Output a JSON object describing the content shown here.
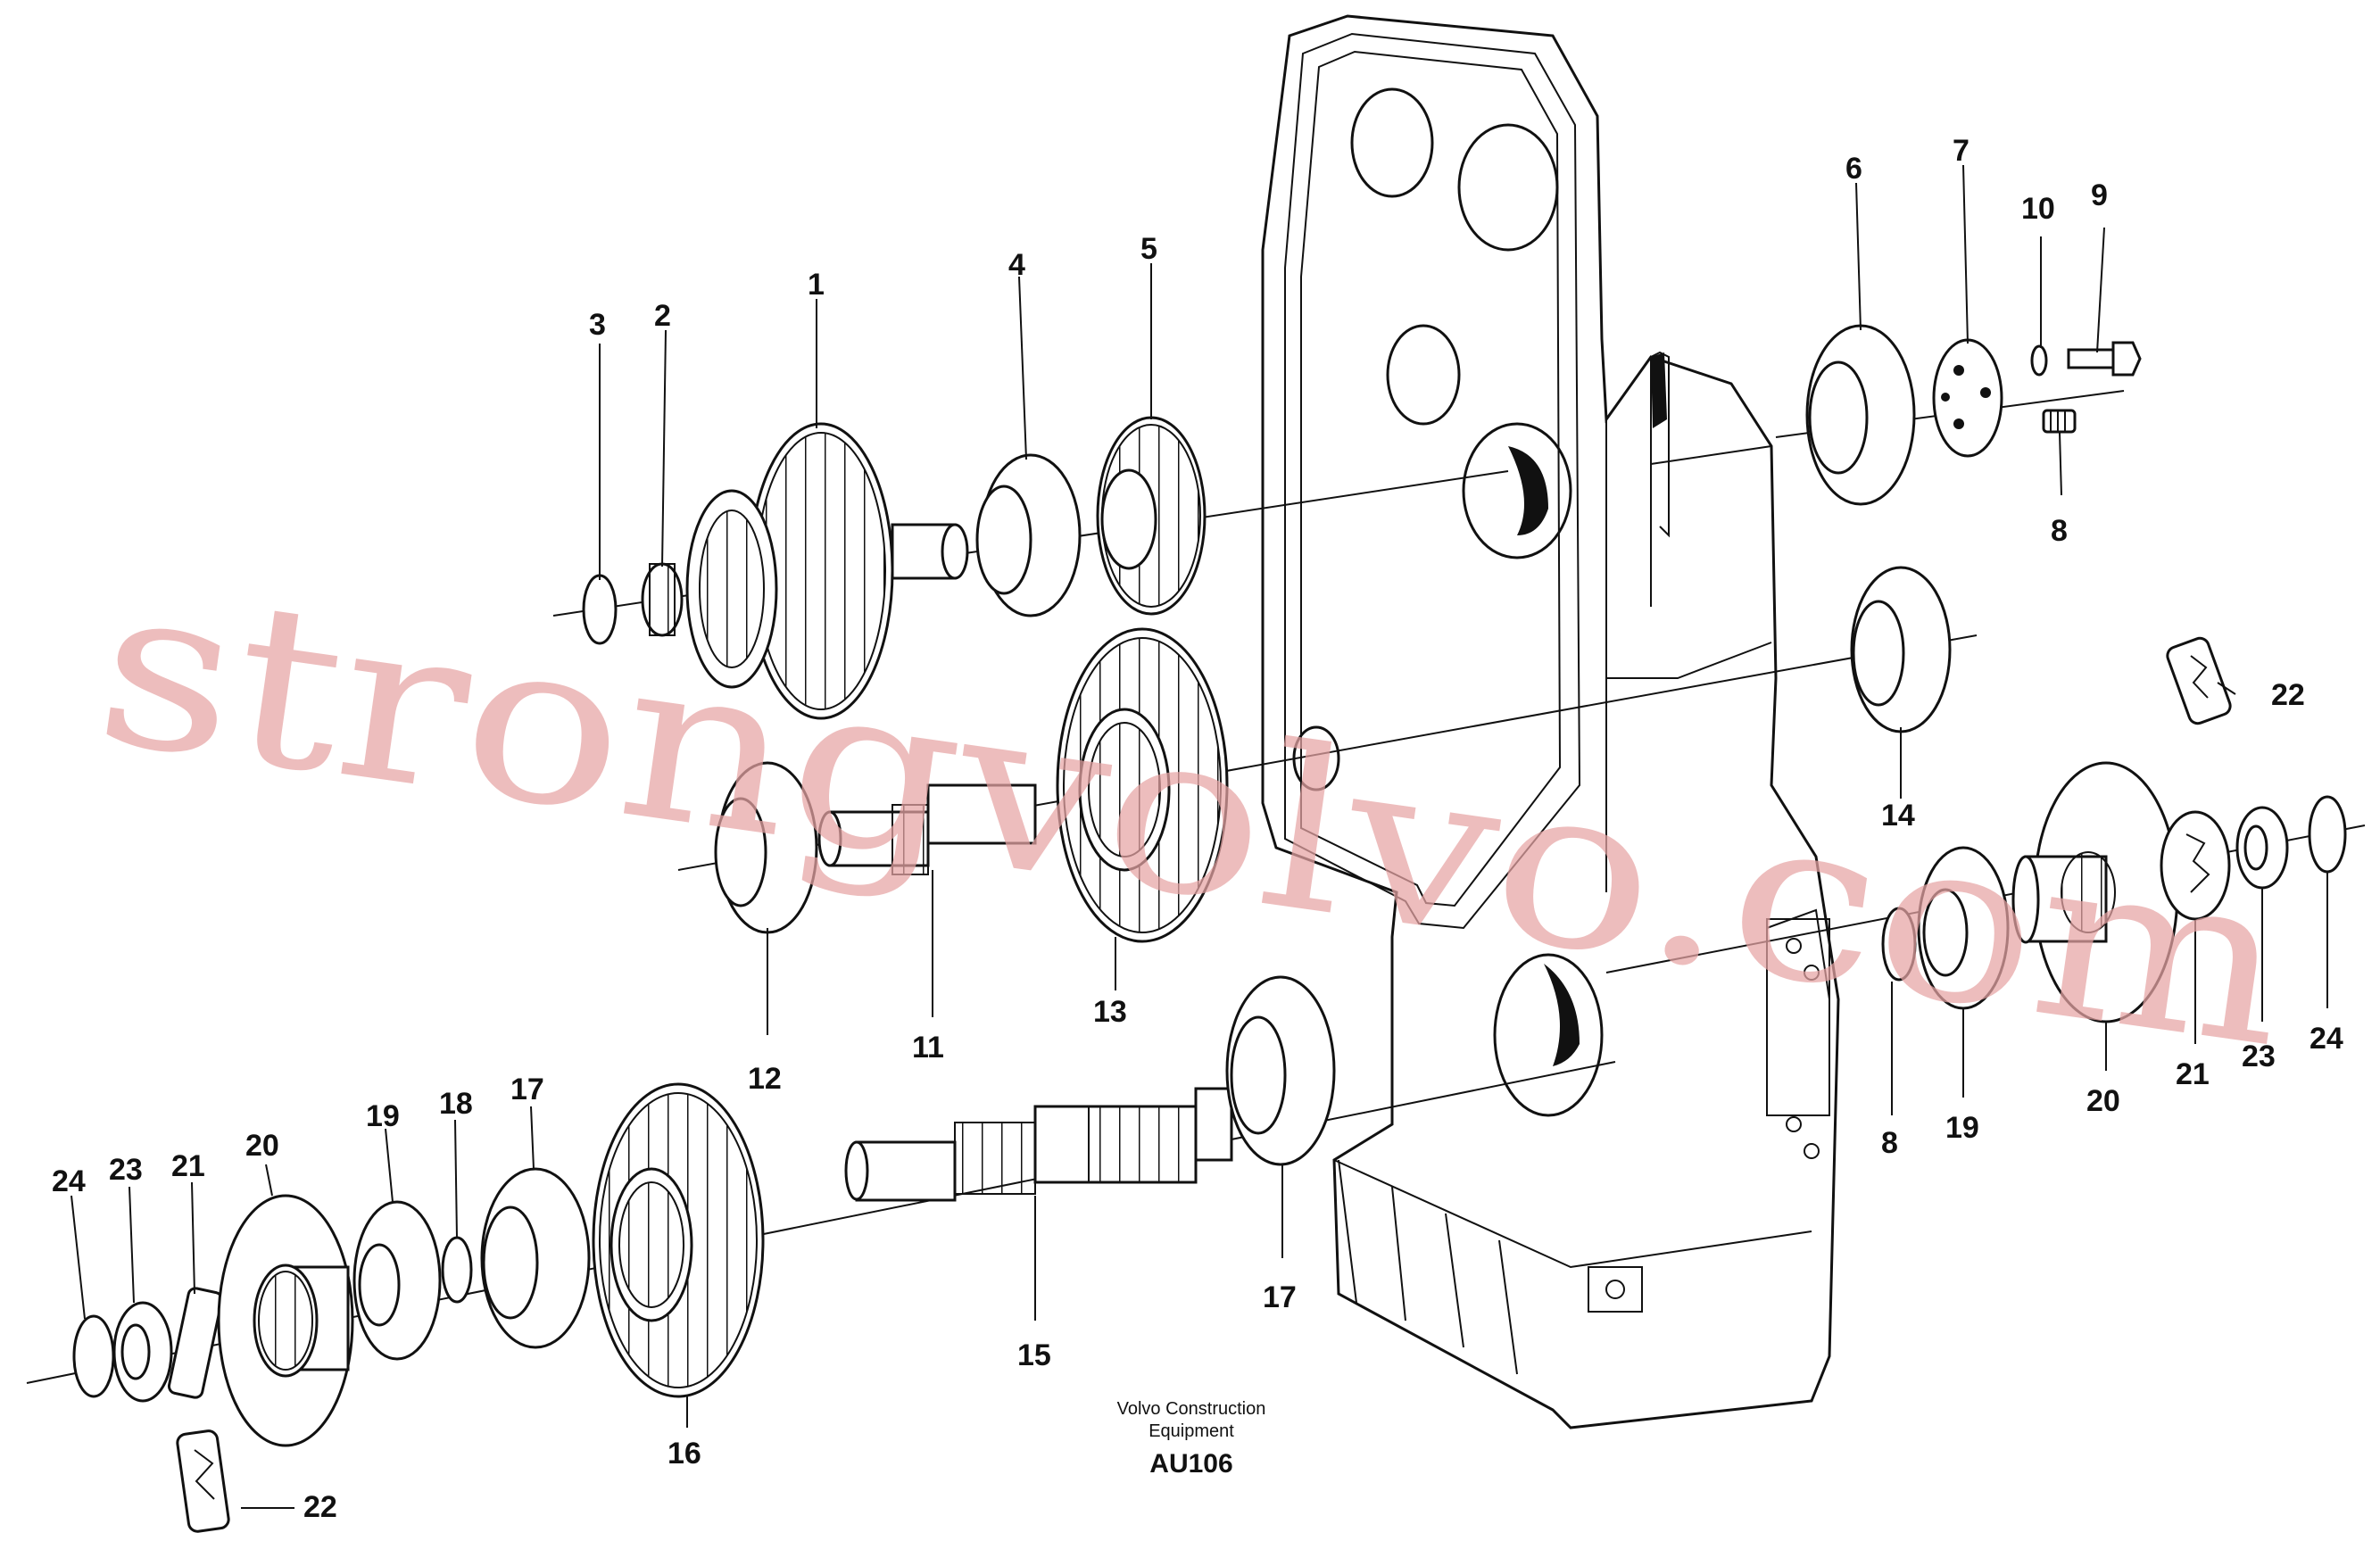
{
  "caption": {
    "line1": "Volvo Construction",
    "line2": "Equipment",
    "code": "AU106"
  },
  "watermark": "strongvolvo.com",
  "callouts": {
    "c1": "1",
    "c2": "2",
    "c3": "3",
    "c4": "4",
    "c5": "5",
    "c6": "6",
    "c7": "7",
    "c8a": "8",
    "c8b": "8",
    "c9": "9",
    "c10": "10",
    "c11": "11",
    "c12": "12",
    "c13": "13",
    "c14": "14",
    "c15": "15",
    "c16": "16",
    "c17a": "17",
    "c17b": "17",
    "c18": "18",
    "c19a": "19",
    "c19b": "19",
    "c20a": "20",
    "c20b": "20",
    "c21a": "21",
    "c21b": "21",
    "c22a": "22",
    "c22b": "22",
    "c23a": "23",
    "c23b": "23",
    "c24a": "24",
    "c24b": "24"
  }
}
